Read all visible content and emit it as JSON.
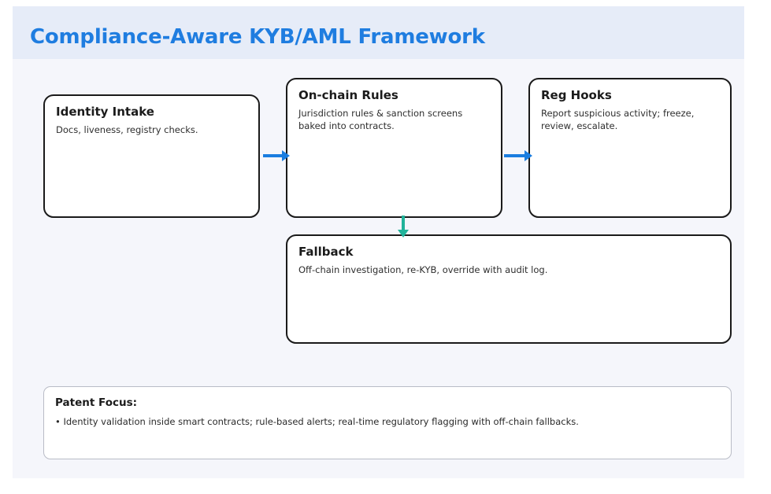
{
  "slide": {
    "title": "Compliance-Aware KYB/AML Framework",
    "accent_color": "#1f7de0",
    "header_band_color": "#e6ecf8",
    "canvas_color": "#f5f6fb"
  },
  "nodes": [
    {
      "id": "identity-intake",
      "title": "Identity Intake",
      "desc": "Docs, liveness, registry checks."
    },
    {
      "id": "on-chain-rules",
      "title": "On-chain Rules",
      "desc": "Jurisdiction rules & sanction screens\nbaked into contracts."
    },
    {
      "id": "reg-hooks",
      "title": "Reg Hooks",
      "desc": "Report suspicious activity; freeze,\nreview, escalate."
    },
    {
      "id": "fallback",
      "title": "Fallback",
      "desc": "Off-chain investigation, re-KYB, override with audit log."
    }
  ],
  "connectors": [
    {
      "id": "identity-to-onchain",
      "from": "identity-intake",
      "to": "on-chain-rules",
      "direction": "right",
      "color": "#1a7de0"
    },
    {
      "id": "onchain-to-reghooks",
      "from": "on-chain-rules",
      "to": "reg-hooks",
      "direction": "right",
      "color": "#1a7de0"
    },
    {
      "id": "onchain-to-fallback",
      "from": "on-chain-rules",
      "to": "fallback",
      "direction": "down",
      "color": "#22b39a"
    }
  ],
  "footer": {
    "title": "Patent Focus:",
    "bullet": "• Identity validation inside smart contracts; rule-based alerts; real-time regulatory flagging with off-chain fallbacks."
  }
}
